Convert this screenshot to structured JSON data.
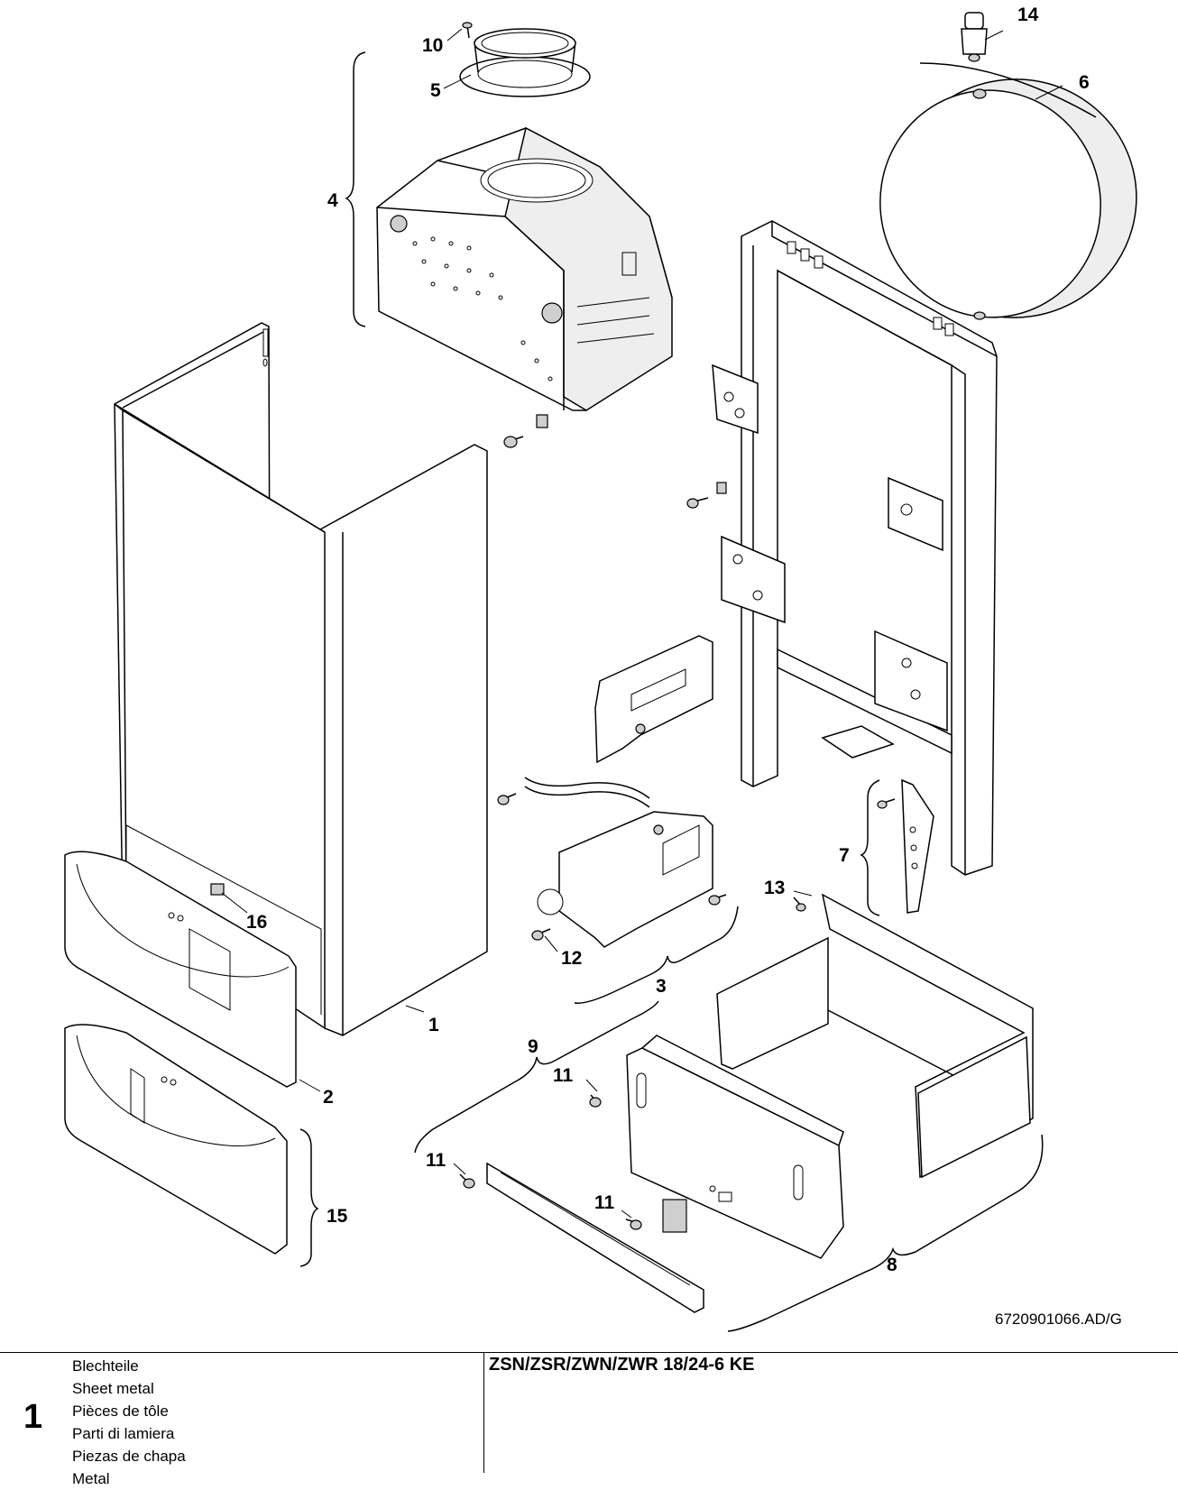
{
  "drawing": {
    "callouts": [
      {
        "id": "c1",
        "label": "1"
      },
      {
        "id": "c2",
        "label": "2"
      },
      {
        "id": "c3",
        "label": "3"
      },
      {
        "id": "c4",
        "label": "4"
      },
      {
        "id": "c5",
        "label": "5"
      },
      {
        "id": "c6",
        "label": "6"
      },
      {
        "id": "c7",
        "label": "7"
      },
      {
        "id": "c8",
        "label": "8"
      },
      {
        "id": "c9",
        "label": "9"
      },
      {
        "id": "c10",
        "label": "10"
      },
      {
        "id": "c11a",
        "label": "11"
      },
      {
        "id": "c11b",
        "label": "11"
      },
      {
        "id": "c11c",
        "label": "11"
      },
      {
        "id": "c12",
        "label": "12"
      },
      {
        "id": "c13",
        "label": "13"
      },
      {
        "id": "c14",
        "label": "14"
      },
      {
        "id": "c15",
        "label": "15"
      },
      {
        "id": "c16",
        "label": "16"
      }
    ],
    "drawing_code": "6720901066.AD/G"
  },
  "footer": {
    "page_number": "1",
    "part_titles": [
      "Blechteile",
      "Sheet metal",
      "Pièces de tôle",
      "Parti di lamiera",
      "Piezas de chapa",
      "Metal"
    ],
    "model": "ZSN/ZSR/ZWN/ZWR 18/24-6 KE"
  }
}
